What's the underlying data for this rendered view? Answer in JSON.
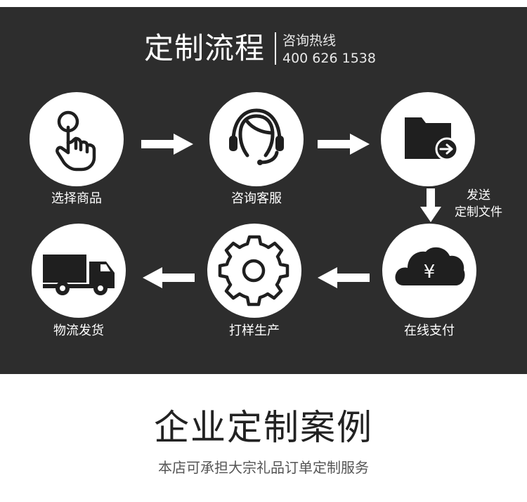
{
  "header": {
    "title": "定制流程",
    "hotline_label": "咨询热线",
    "hotline_number": "400 626 1538"
  },
  "steps": [
    {
      "label": "选择商品",
      "icon": "hand-tap-icon"
    },
    {
      "label": "咨询客服",
      "icon": "headset-agent-icon"
    },
    {
      "label": "发送定制文件",
      "icon": "folder-send-icon"
    },
    {
      "label": "在线支付",
      "icon": "cloud-yen-icon"
    },
    {
      "label": "打样生产",
      "icon": "gear-icon"
    },
    {
      "label": "物流发货",
      "icon": "truck-icon"
    }
  ],
  "side_note": {
    "line1": "发送",
    "line2": "定制文件"
  },
  "cases": {
    "title": "企业定制案例",
    "subtitle": "本店可承担大宗礼品订单定制服务"
  },
  "colors": {
    "panel": "#2d2d2d",
    "icon": "#1f1f1f",
    "circle": "#ffffff",
    "text_light": "#ffffff"
  }
}
